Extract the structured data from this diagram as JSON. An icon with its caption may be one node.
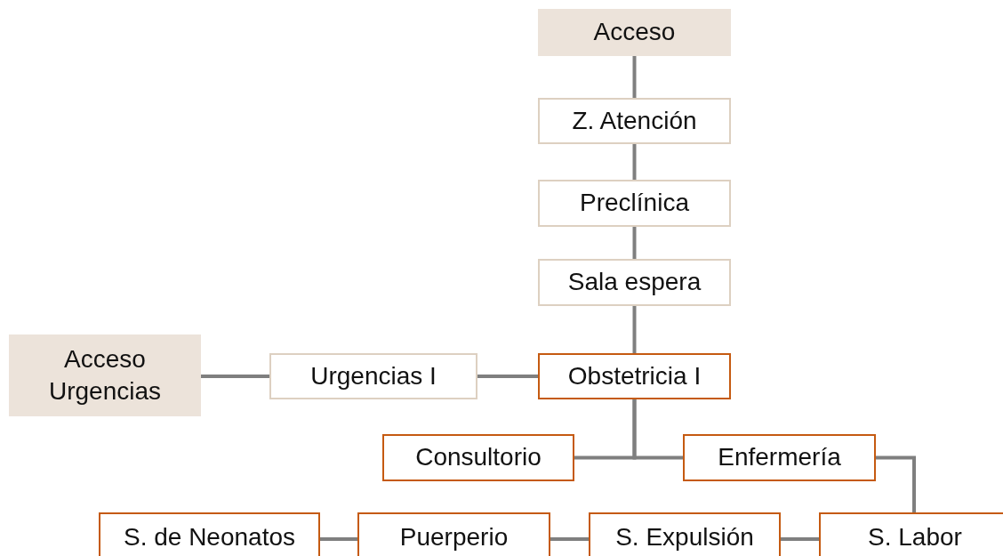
{
  "diagram": {
    "nodes": [
      {
        "text": [
          "Acceso"
        ]
      },
      {
        "text": [
          "Z. Atención"
        ]
      },
      {
        "text": [
          "Preclínica"
        ]
      },
      {
        "text": [
          "Sala espera"
        ]
      },
      {
        "text": [
          "Acceso Urgencias"
        ]
      },
      {
        "text": [
          "Urgencias I"
        ]
      },
      {
        "text": [
          "Obstetricia I"
        ]
      },
      {
        "text": [
          "Consultorio"
        ]
      },
      {
        "text": [
          "Enfermería"
        ]
      },
      {
        "text": [
          "S. de Neonatos"
        ]
      },
      {
        "text": [
          "Puerperio"
        ]
      },
      {
        "text": [
          "S. Expulsión"
        ]
      },
      {
        "text": [
          "S. Labor"
        ]
      }
    ],
    "edges": [
      {
        "from": 0,
        "to": 1,
        "arrow": "none"
      },
      {
        "from": 1,
        "to": 2,
        "arrow": "none"
      },
      {
        "from": 2,
        "to": 3,
        "arrow": "none"
      },
      {
        "from": 3,
        "to": 6,
        "arrow": "none"
      },
      {
        "from": 4,
        "to": 5,
        "arrow": "none"
      },
      {
        "from": 5,
        "to": 6,
        "arrow": "none"
      },
      {
        "from": 6,
        "to": 7,
        "arrow": "none"
      },
      {
        "from": 6,
        "to": 8,
        "arrow": "none"
      },
      {
        "from": 8,
        "to": 12,
        "arrow": "none"
      },
      {
        "from": 9,
        "to": 10,
        "arrow": "none"
      },
      {
        "from": 10,
        "to": 11,
        "arrow": "none"
      },
      {
        "from": 11,
        "to": 12,
        "arrow": "none"
      }
    ]
  }
}
